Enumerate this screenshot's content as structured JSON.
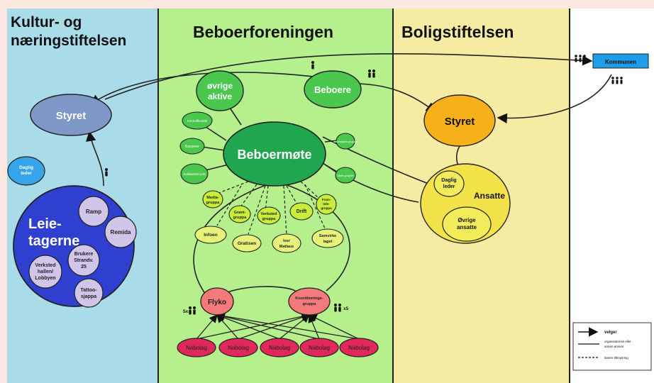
{
  "columns": {
    "kultur": {
      "title_line1": "Kultur- og",
      "title_line2": "næringstiftelsen",
      "color": "#a9dbe8"
    },
    "beboer": {
      "title": "Beboerforeningen",
      "color": "#b5f08c"
    },
    "bolig": {
      "title": "Boligstiftelsen",
      "color": "#f6eba2"
    }
  },
  "kultur": {
    "styret": "Styret",
    "daglig_leder": [
      "Daglig",
      "leder"
    ],
    "leietagerne": [
      "Leie-",
      "tagerne"
    ],
    "tenants": {
      "ramp": "Ramp",
      "remida": "Remida",
      "brukere": [
        "Brukere",
        "Strandv.",
        "25"
      ],
      "verksted": [
        "Verksted",
        "hallen/",
        "Lobbyen"
      ],
      "tattoo": [
        "Tattoo-",
        "sjappa"
      ]
    }
  },
  "beboer": {
    "beboermote": "Beboermøte",
    "beboere": "Beboere",
    "ovrige_aktive": [
      "øvrige",
      "aktive"
    ],
    "left_small": [
      "Kontrollkomite",
      "Kasserer",
      "Solidaritets-pott"
    ],
    "right_small": [
      "Informasjons-gruppen",
      "Utleie-gruppen"
    ],
    "groups": {
      "mediegruppa": [
        "Media-",
        "gruppa"
      ],
      "grontgruppa": [
        "Grønt-",
        "gruppa"
      ],
      "verkstedgruppa": [
        "Verksted",
        "gruppa"
      ],
      "drift": "Drift",
      "framtidsgruppa": [
        "Fram-",
        "tids-",
        "gruppa"
      ],
      "infoen": "Infoen",
      "gratisen": "Gratisen",
      "iver": [
        "Iver",
        "Matlaus"
      ],
      "samvirkelaget": [
        "Samvirke",
        "laget"
      ]
    },
    "flyko": "Flyko",
    "koordinering": [
      "Koordinerings-",
      "gruppa"
    ],
    "flyko_count": "5x",
    "koord_count": "x5",
    "nabolag": [
      "Nabolag",
      "Nabolag",
      "Nabolag",
      "Nabolag",
      "Nabolag"
    ]
  },
  "bolig": {
    "styret": "Styret",
    "daglig_leder": [
      "Daglig",
      "leder"
    ],
    "ansatte": "Ansatte",
    "ovrige_ansatte": [
      "Øvrige",
      "ansatte"
    ]
  },
  "kommunen": {
    "label": "Kommunen",
    "color": "#1e9ee8"
  },
  "legend": {
    "velger": "velger",
    "solid": [
      "organisatorisk eller",
      "annen ansvar"
    ],
    "dashed": "løsere tilknytning"
  },
  "colors": {
    "dark_green": "#20a64f",
    "mid_green": "#49c84d",
    "lime": "#c8ee3a",
    "pale_lime": "#e6f27a",
    "red": "#f27a7a",
    "crimson": "#e0285a",
    "navy": "#2f3fd0",
    "lavender": "#cfc6ea",
    "slate": "#7e98c8",
    "sky": "#35a4e8",
    "orange": "#f6b11a",
    "yellow": "#f3e24a",
    "pale_yellow": "#f2ec5a"
  }
}
